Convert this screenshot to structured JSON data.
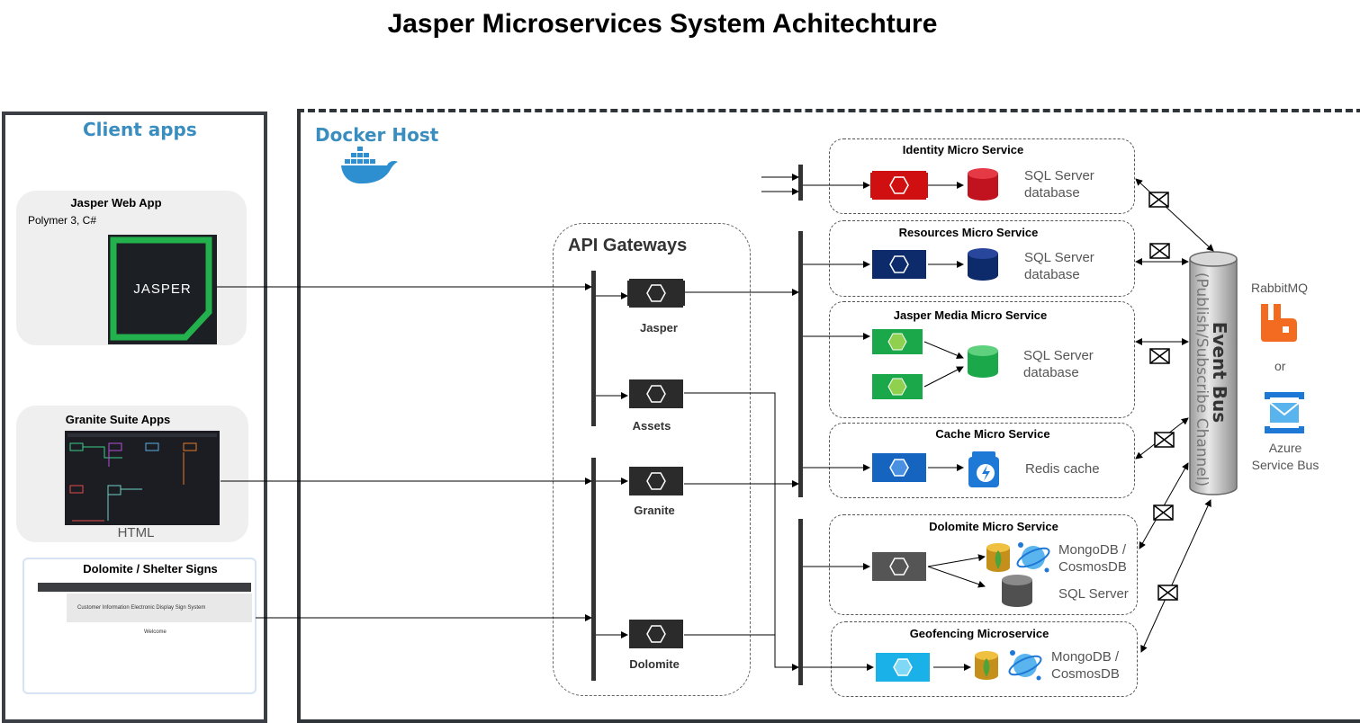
{
  "title": "Jasper Microservices System Achitechture",
  "client_apps": {
    "title": "Client apps",
    "web_app": {
      "title": "Jasper Web App",
      "tech": "Polymer 3, C#",
      "logo_text": "JASPER"
    },
    "granite": {
      "title": "Granite Suite Apps",
      "tech": "HTML"
    },
    "dolomite": {
      "title": "Dolomite / Shelter Signs",
      "banner": "Customer Information Electronic Display Sign System",
      "welcome": "Welcome"
    }
  },
  "docker_host": {
    "title": "Docker Host"
  },
  "api_gateways": {
    "title": "API Gateways",
    "items": [
      "Jasper",
      "Assets",
      "Granite",
      "Dolomite"
    ]
  },
  "services": [
    {
      "title": "Identity Micro Service",
      "store": "SQL Server database",
      "color": "#d01010"
    },
    {
      "title": "Resources Micro Service",
      "store": "SQL Server database",
      "color": "#0d2a6b"
    },
    {
      "title": "Jasper Media Micro Service",
      "store": "SQL Server database",
      "color": "#1aa84a"
    },
    {
      "title": "Cache Micro Service",
      "store": "Redis cache",
      "color": "#1565c0"
    },
    {
      "title": "Dolomite Micro Service",
      "store": "MongoDB / CosmosDB",
      "store2": "SQL Server",
      "color": "#555555"
    },
    {
      "title": "Geofencing Microservice",
      "store": "MongoDB / CosmosDB",
      "color": "#1ab0e8"
    }
  ],
  "event_bus": {
    "title": "Event Bus",
    "subtitle": "(Publish/Subscribe Channel)"
  },
  "brokers": {
    "rabbitmq": "RabbitMQ",
    "or": "or",
    "azure_line1": "Azure",
    "azure_line2": "Service Bus"
  }
}
